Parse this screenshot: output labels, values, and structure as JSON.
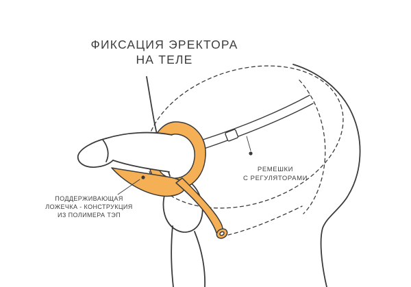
{
  "title": {
    "line1": "ФИКСАЦИЯ ЭРЕКТОРА",
    "line2": "НА ТЕЛЕ"
  },
  "annotations": {
    "straps": {
      "line1": "РЕМЕШКИ",
      "line2": "С РЕГУЛЯТОРАМИ"
    },
    "support": {
      "line1": "ПОДДЕРЖИВАЮЩАЯ",
      "line2": "ЛОЖЕЧКА - КОНСТРУКЦИЯ",
      "line3": "ИЗ ПОЛИМЕРА ТЭП"
    }
  },
  "colors": {
    "device": "#F5B055",
    "line": "#3A3A3A",
    "text": "#3D3D3D",
    "background": "#FFFFFF"
  }
}
